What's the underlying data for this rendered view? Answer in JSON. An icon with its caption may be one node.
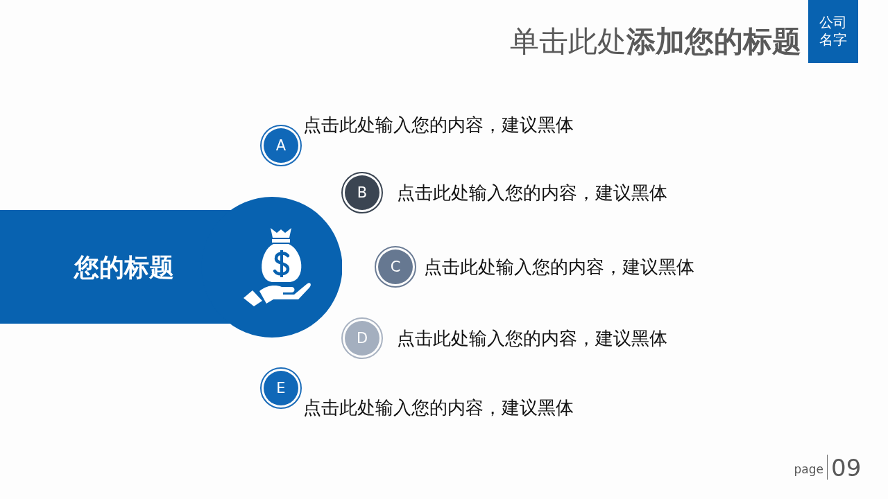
{
  "diagram": {
    "title": "单击此处**添加您的标题**",
    "nodes": [
      {
        "text": [
          "公司名字"
        ]
      },
      {
        "text": [
          "您的标题"
        ]
      },
      {
        "text": [
          "A"
        ],
        "beside": [
          "点击此处输入您的内容，建议黑体"
        ]
      },
      {
        "text": [
          "B"
        ],
        "beside": [
          "点击此处输入您的内容，建议黑体"
        ]
      },
      {
        "text": [
          "C"
        ],
        "beside": [
          "点击此处输入您的内容，建议黑体"
        ]
      },
      {
        "text": [
          "D"
        ],
        "beside": [
          "点击此处输入您的内容，建议黑体"
        ]
      },
      {
        "text": [
          "E"
        ],
        "beside": [
          "点击此处输入您的内容，建议黑体"
        ]
      }
    ],
    "labels": [
      "page",
      "09"
    ]
  }
}
